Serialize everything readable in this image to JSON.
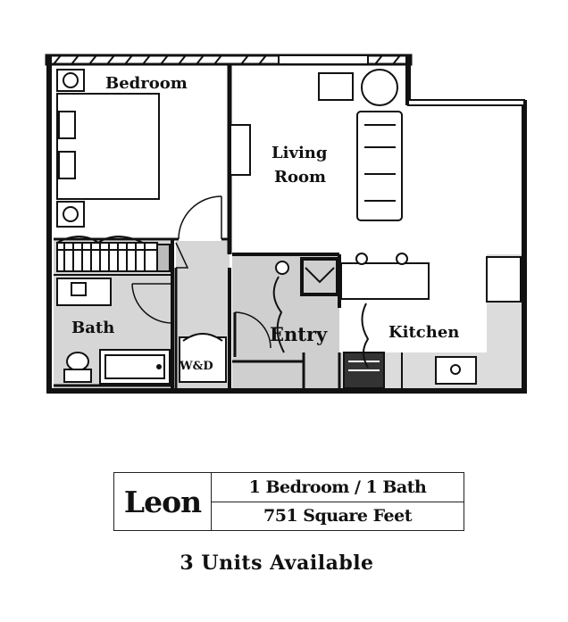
{
  "plan": {
    "rooms": {
      "bedroom": "Bedroom",
      "living_line1": "Living",
      "living_line2": "Room",
      "bath": "Bath",
      "wd": "W&D",
      "entry": "Entry",
      "kitchen": "Kitchen"
    }
  },
  "info": {
    "unit_name": "Leon",
    "layout": "1 Bedroom / 1 Bath",
    "area": "751 Square Feet"
  },
  "availability": "3 Units Available"
}
